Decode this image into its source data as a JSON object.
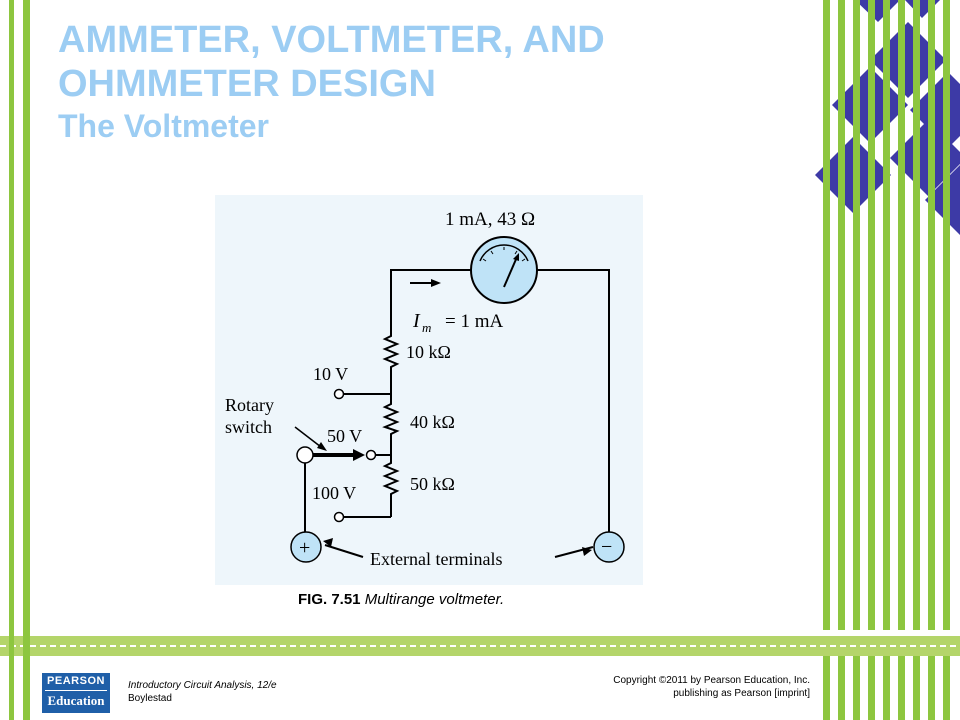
{
  "slide": {
    "title_line1": "AMMETER, VOLTMETER, AND",
    "title_line2": "OHMMETER DESIGN",
    "subtitle": "The Voltmeter"
  },
  "figure": {
    "meter_label": "1 mA, 43 Ω",
    "current_label_var": "I",
    "current_label_sub": "m",
    "current_label_value": "= 1 mA",
    "r1_label": "10 kΩ",
    "r2_label": "40 kΩ",
    "r3_label": "50 kΩ",
    "tap_10v": "10 V",
    "tap_50v": "50 V",
    "tap_100v": "100 V",
    "switch_label_line1": "Rotary",
    "switch_label_line2": "switch",
    "terminals_label": "External terminals",
    "plus_symbol": "+",
    "minus_symbol": "−"
  },
  "caption": {
    "fig_number": "FIG. 7.51",
    "fig_text": "Multirange voltmeter."
  },
  "footer": {
    "book_title": "Introductory Circuit Analysis, 12/e",
    "author": "Boylestad",
    "copyright_line1": "Copyright ©2011 by Pearson Education, Inc.",
    "copyright_line2": "publishing as Pearson [imprint]",
    "logo_top": "PEARSON",
    "logo_bottom": "Education"
  },
  "colors": {
    "title": "#9ccdf3",
    "stripe_green": "#8dc63f",
    "diamond_blue": "#3d3aa6",
    "figure_bg": "#eef6fb",
    "meter_fill": "#bfe3f7"
  }
}
